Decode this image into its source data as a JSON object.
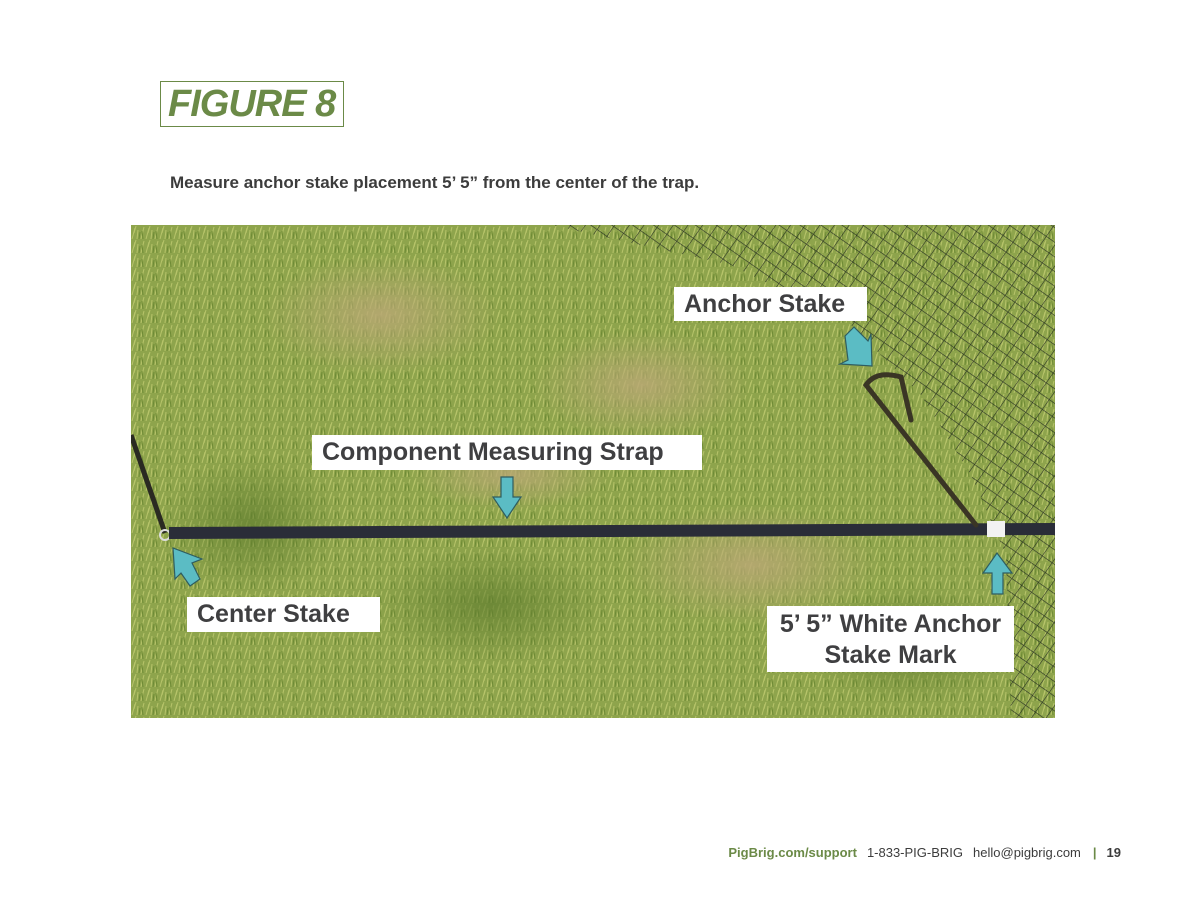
{
  "figure": {
    "title": "FIGURE 8"
  },
  "instruction": "Measure anchor stake placement 5’ 5” from the center of the trap.",
  "photo": {
    "callouts": {
      "anchor_stake": "Anchor Stake",
      "measuring_strap": "Component Measuring Strap",
      "center_stake": "Center Stake",
      "white_mark_line1": "5’ 5” White Anchor",
      "white_mark_line2": "Stake Mark"
    },
    "colors": {
      "arrow": "#5bbcc4",
      "grass": "#8aa24a",
      "strap": "#2a2d38",
      "net": "#1e2a22"
    }
  },
  "footer": {
    "link": "PigBrig.com/support",
    "phone": "1-833-PIG-BRIG",
    "email": "hello@pigbrig.com",
    "separator": "|",
    "page_number": "19"
  },
  "accent_color": "#6b8a47"
}
